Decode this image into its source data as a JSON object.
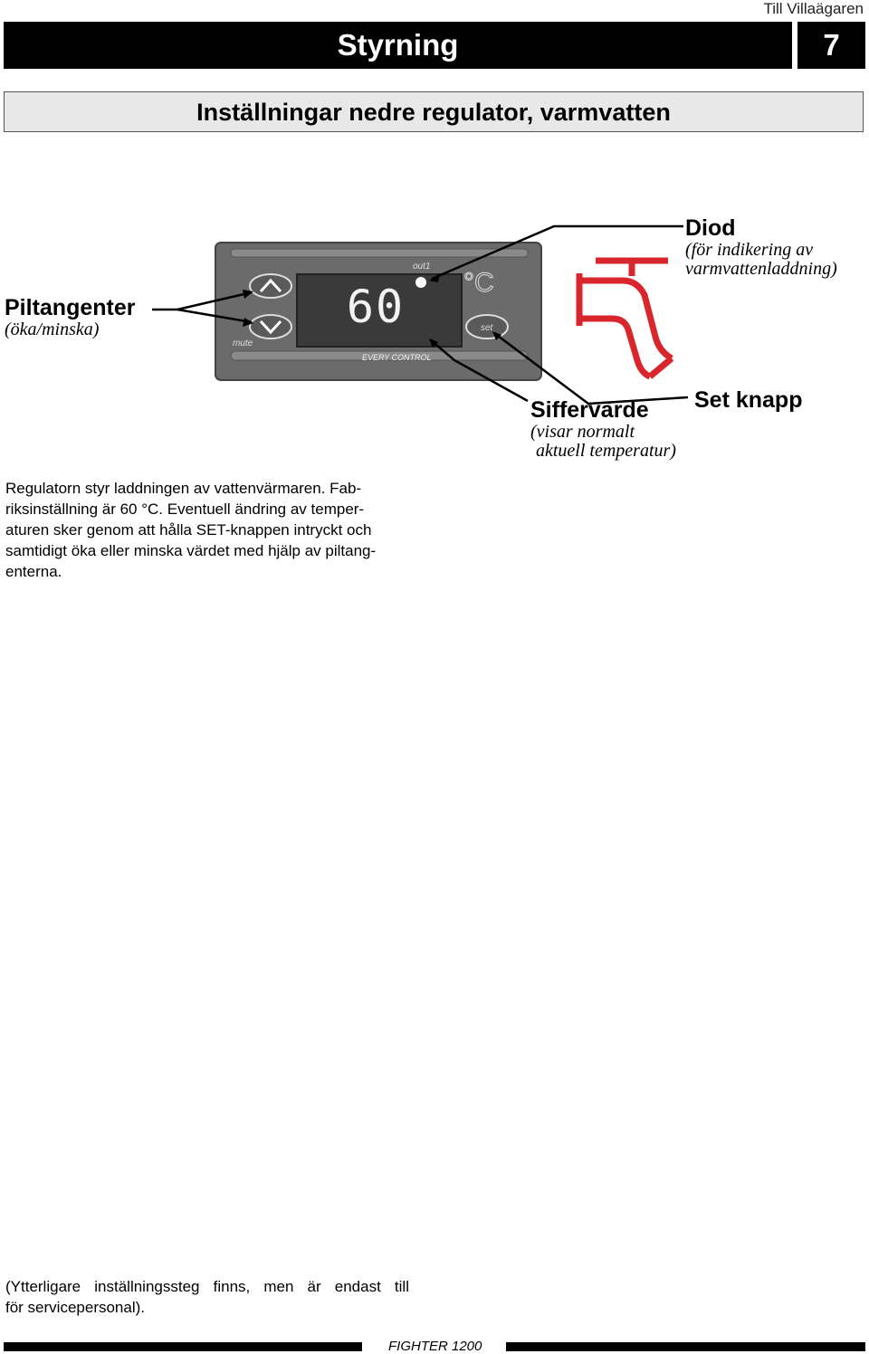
{
  "header": {
    "doc_section": "Till Villaägaren"
  },
  "title_bar": {
    "title": "Styrning",
    "page_number": "7"
  },
  "subtitle": "Inställningar nedre regulator, varmvatten",
  "diagram": {
    "panel": {
      "display_value": "60",
      "unit": "°C",
      "led_label": "out1",
      "set_button_label": "set",
      "mute_label": "mute",
      "brand": "EVERY CONTROL"
    },
    "labels": {
      "arrow_keys_title": "Piltangenter",
      "arrow_keys_sub": "(öka/minska)",
      "led_title": "Diod",
      "led_sub_line1": "(för indikering av",
      "led_sub_line2": "varmvattenladdning)",
      "value_title": "Siffervärde",
      "value_sub_line1": "(visar normalt",
      "value_sub_line2": "aktuell temperatur)",
      "set_title": "Set knapp"
    },
    "colors": {
      "tap": "#d9262c",
      "panel": "#6b6b6b",
      "display": "#3a3a3a"
    }
  },
  "body": {
    "lines": [
      "Regulatorn styr laddningen av vattenvärmaren. Fab-",
      "riksinställning är 60 °C. Eventuell ändring av temper-",
      "aturen sker genom att hålla SET-knappen intryckt och",
      "samtidigt öka eller minska värdet med hjälp av piltang-",
      "enterna."
    ]
  },
  "note": {
    "lines": [
      "(Ytterligare inställningssteg finns, men är endast till",
      "för servicepersonal)."
    ]
  },
  "footer": {
    "product": "FIGHTER 1200"
  }
}
